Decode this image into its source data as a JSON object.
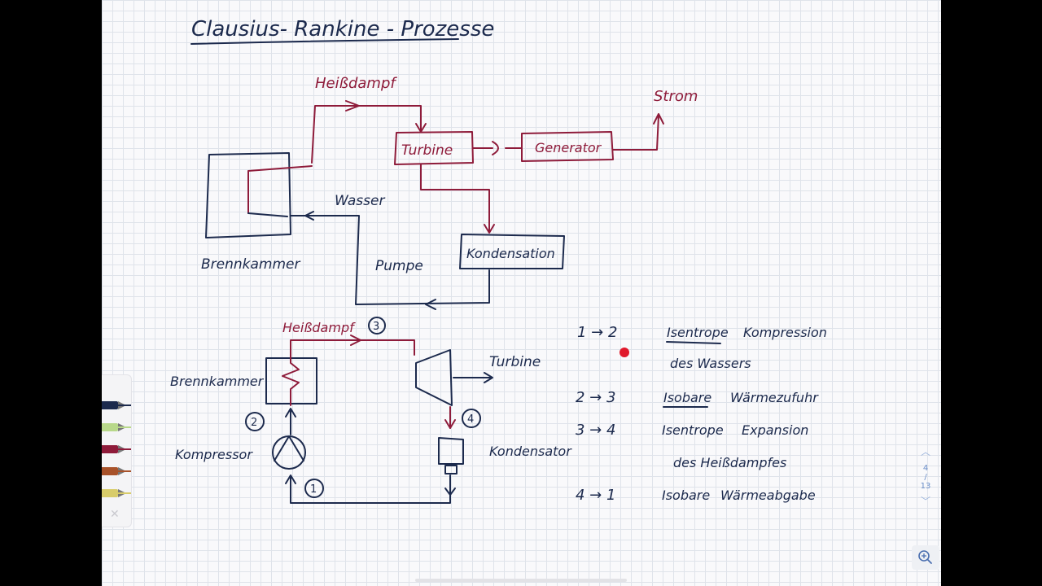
{
  "title": "Clausius- Rankine - Prozesse",
  "colors": {
    "ink_blue": "#1c2a4d",
    "ink_red": "#8e1b3a",
    "pointer_red": "#e0192b",
    "grid": "#dfe3ea"
  },
  "diagram_top": {
    "heissdampf": "Heißdampf",
    "turbine": "Turbine",
    "generator": "Generator",
    "strom": "Strom",
    "wasser": "Wasser",
    "brennkammer": "Brennkammer",
    "pumpe": "Pumpe",
    "kondensation": "Kondensation"
  },
  "diagram_bottom": {
    "heissdampf": "Heißdampf",
    "brennkammer": "Brennkammer",
    "kompressor": "Kompressor",
    "turbine": "Turbine",
    "kondensator": "Kondensator",
    "n1": "1",
    "n2": "2",
    "n3": "3",
    "n4": "4"
  },
  "steps": [
    {
      "transition": "1 → 2",
      "term": "Isentrope",
      "rest": "Kompression",
      "line2": "des Wassers"
    },
    {
      "transition": "2 → 3",
      "term": "Isobare",
      "rest": "Wärmezufuhr",
      "line2": ""
    },
    {
      "transition": "3 → 4",
      "term": "Isentrope",
      "rest": "Expansion",
      "line2": "des Heißdampfes"
    },
    {
      "transition": "4 → 1",
      "term": "Isobare",
      "rest": "Wärmeabgabe",
      "line2": ""
    }
  ],
  "pens": [
    {
      "name": "blue-pen",
      "color": "#1c2a4d"
    },
    {
      "name": "green-pen",
      "color": "#b8d88a"
    },
    {
      "name": "red-pen",
      "color": "#8e1b3a"
    },
    {
      "name": "brown-pen",
      "color": "#a8522a"
    },
    {
      "name": "yellow-pen",
      "color": "#d8cc6a"
    }
  ],
  "navigator": {
    "current_page": "4",
    "separator": "/",
    "total_pages": "13"
  }
}
